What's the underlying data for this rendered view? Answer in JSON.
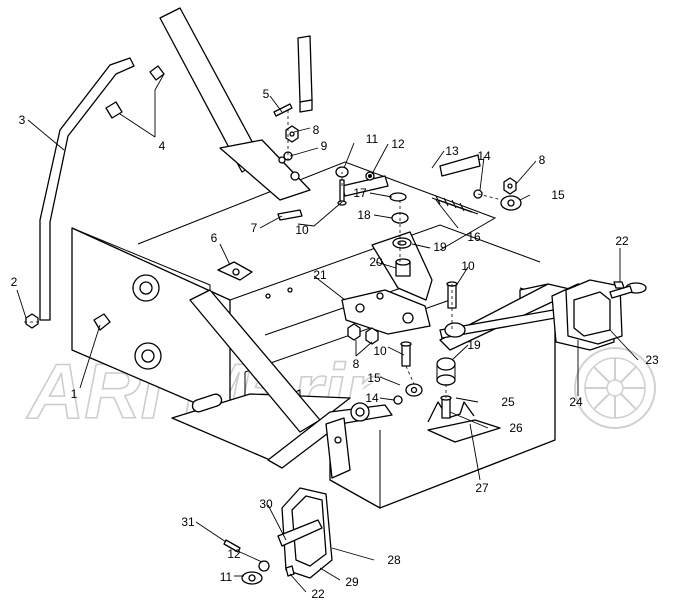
{
  "watermark": "ARI Marine",
  "callouts": [
    {
      "id": "c1",
      "text": "1"
    },
    {
      "id": "c2",
      "text": "2"
    },
    {
      "id": "c3",
      "text": "3"
    },
    {
      "id": "c4",
      "text": "4"
    },
    {
      "id": "c5",
      "text": "5"
    },
    {
      "id": "c6",
      "text": "6"
    },
    {
      "id": "c7",
      "text": "7"
    },
    {
      "id": "c8a",
      "text": "8"
    },
    {
      "id": "c8b",
      "text": "8"
    },
    {
      "id": "c8c",
      "text": "8"
    },
    {
      "id": "c9",
      "text": "9"
    },
    {
      "id": "c10a",
      "text": "10"
    },
    {
      "id": "c10b",
      "text": "10"
    },
    {
      "id": "c10c",
      "text": "10"
    },
    {
      "id": "c11a",
      "text": "11"
    },
    {
      "id": "c11b",
      "text": "11"
    },
    {
      "id": "c12a",
      "text": "12"
    },
    {
      "id": "c12b",
      "text": "12"
    },
    {
      "id": "c13",
      "text": "13"
    },
    {
      "id": "c14a",
      "text": "14"
    },
    {
      "id": "c14b",
      "text": "14"
    },
    {
      "id": "c15a",
      "text": "15"
    },
    {
      "id": "c15b",
      "text": "15"
    },
    {
      "id": "c16",
      "text": "16"
    },
    {
      "id": "c17",
      "text": "17"
    },
    {
      "id": "c18",
      "text": "18"
    },
    {
      "id": "c19a",
      "text": "19"
    },
    {
      "id": "c19b",
      "text": "19"
    },
    {
      "id": "c20",
      "text": "20"
    },
    {
      "id": "c21",
      "text": "21"
    },
    {
      "id": "c22a",
      "text": "22"
    },
    {
      "id": "c22b",
      "text": "22"
    },
    {
      "id": "c23",
      "text": "23"
    },
    {
      "id": "c24",
      "text": "24"
    },
    {
      "id": "c25",
      "text": "25"
    },
    {
      "id": "c26",
      "text": "26"
    },
    {
      "id": "c27",
      "text": "27"
    },
    {
      "id": "c28",
      "text": "28"
    },
    {
      "id": "c29",
      "text": "29"
    },
    {
      "id": "c30",
      "text": "30"
    },
    {
      "id": "c31",
      "text": "31"
    }
  ]
}
